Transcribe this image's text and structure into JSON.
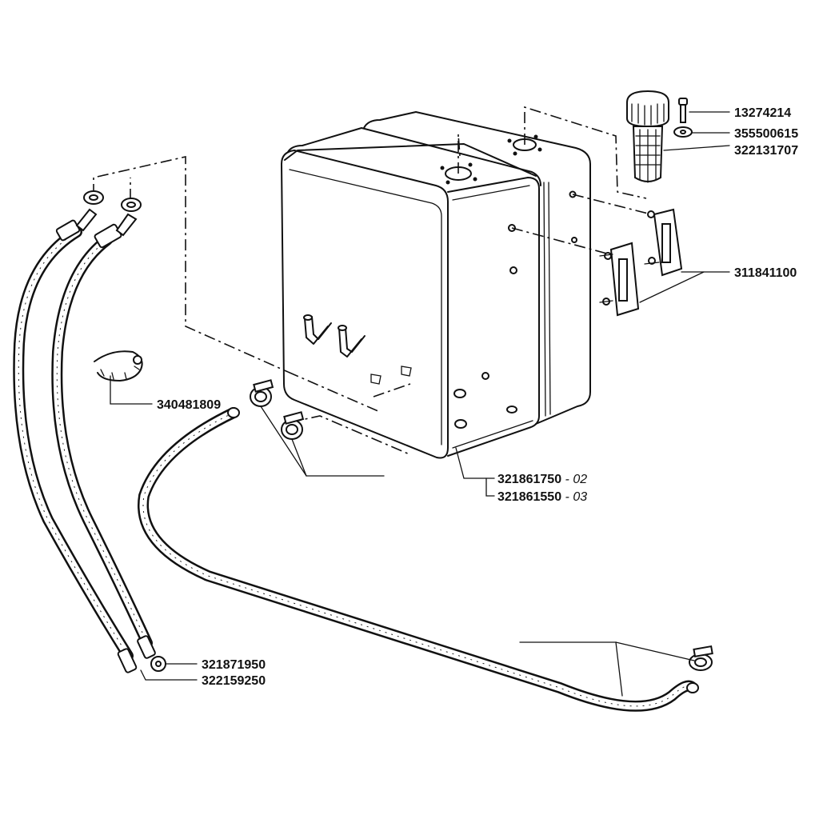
{
  "callouts": {
    "bolt": "13274214",
    "washer": "355500615",
    "filler_filter": "322131707",
    "sight_gauge": "311841100",
    "hose_clip": "340481809",
    "tank_02": {
      "number": "321861750",
      "variant": "- 02"
    },
    "tank_03": {
      "number": "321861550",
      "variant": "- 03"
    },
    "hose_a": "321871950",
    "hose_b": "322159250"
  }
}
